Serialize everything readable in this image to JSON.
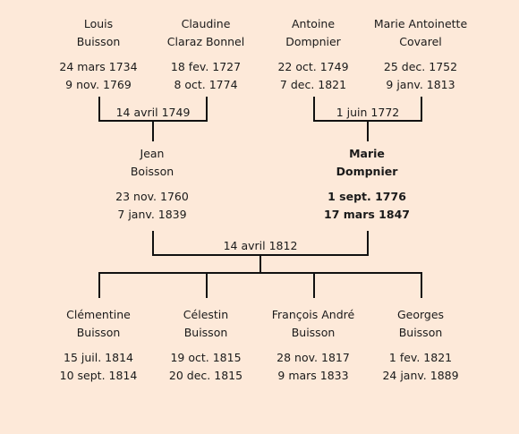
{
  "generations": {
    "grandparents": [
      {
        "first": "Louis",
        "last": "Buisson",
        "born": "24 mars 1734",
        "died": "9 nov. 1769"
      },
      {
        "first": "Claudine",
        "last": "Claraz Bonnel",
        "born": "18 fev. 1727",
        "died": "8 oct. 1774"
      },
      {
        "first": "Antoine",
        "last": "Dompnier",
        "born": "22 oct. 1749",
        "died": "7 dec. 1821"
      },
      {
        "first": "Marie Antoinette",
        "last": "Covarel",
        "born": "25 dec. 1752",
        "died": "9 janv. 1813"
      }
    ],
    "parents": [
      {
        "first": "Jean",
        "last": "Boisson",
        "born": "23 nov. 1760",
        "died": "7 janv. 1839"
      },
      {
        "first": "Marie",
        "last": "Dompnier",
        "born": "1 sept. 1776",
        "died": "17 mars 1847"
      }
    ],
    "children": [
      {
        "first": "Clémentine",
        "last": "Buisson",
        "born": "15 juil. 1814",
        "died": "10 sept. 1814"
      },
      {
        "first": "Célestin",
        "last": "Buisson",
        "born": "19 oct. 1815",
        "died": "20 dec. 1815"
      },
      {
        "first": "François André",
        "last": "Buisson",
        "born": "28 nov. 1817",
        "died": "9 mars 1833"
      },
      {
        "first": "Georges",
        "last": "Buisson",
        "born": "1 fev. 1821",
        "died": "24 janv. 1889"
      }
    ]
  },
  "marriages": {
    "paternal": "14 avril 1749",
    "maternal": "1 juin 1772",
    "parents": "14 avril 1812"
  }
}
